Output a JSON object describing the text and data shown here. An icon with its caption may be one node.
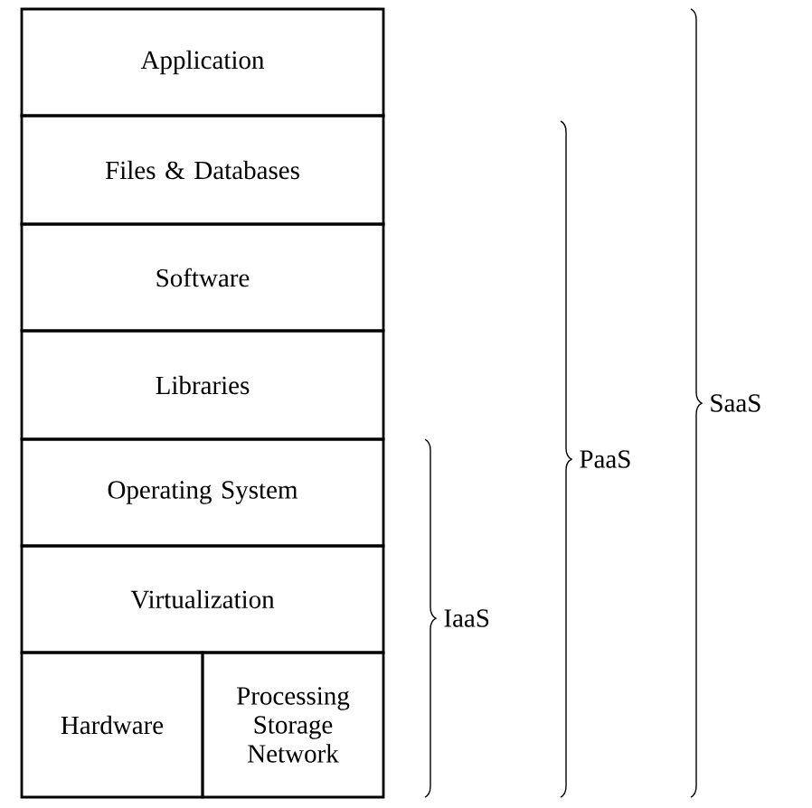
{
  "diagram": {
    "nodes": [
      {
        "text": [
          "Application"
        ]
      },
      {
        "text": [
          "Files & Databases"
        ]
      },
      {
        "text": [
          "Software"
        ]
      },
      {
        "text": [
          "Libraries"
        ]
      },
      {
        "text": [
          "Operating System"
        ]
      },
      {
        "text": [
          "Virtualization"
        ]
      },
      {
        "text": [
          "Hardware"
        ]
      },
      {
        "text": [
          "Processing Storage Network"
        ]
      }
    ],
    "edges": [],
    "labels": [
      "IaaS",
      "PaaS",
      "SaaS"
    ]
  }
}
